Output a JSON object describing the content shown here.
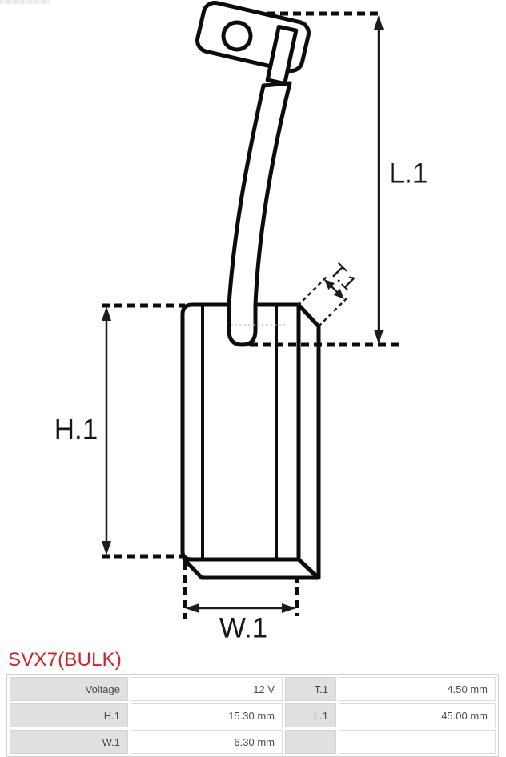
{
  "header": {
    "part_number": "SVX7(BULK)"
  },
  "colors": {
    "accent_red": "#c9242b",
    "line_black": "#111111",
    "table_label_bg": "#e0e0e0",
    "table_text": "#4a4a4a"
  },
  "diagram": {
    "type": "technical-drawing",
    "subject": "carbon brush with lead wire and eyelet terminal",
    "dim_labels": {
      "l1": "L.1",
      "h1": "H.1",
      "w1": "W.1",
      "t1": "T.1"
    }
  },
  "table": {
    "rows": [
      [
        "Voltage",
        "12 V",
        "T.1",
        "4.50 mm"
      ],
      [
        "H.1",
        "15.30 mm",
        "L.1",
        "45.00 mm"
      ],
      [
        "W.1",
        "6.30 mm",
        "",
        ""
      ]
    ]
  }
}
